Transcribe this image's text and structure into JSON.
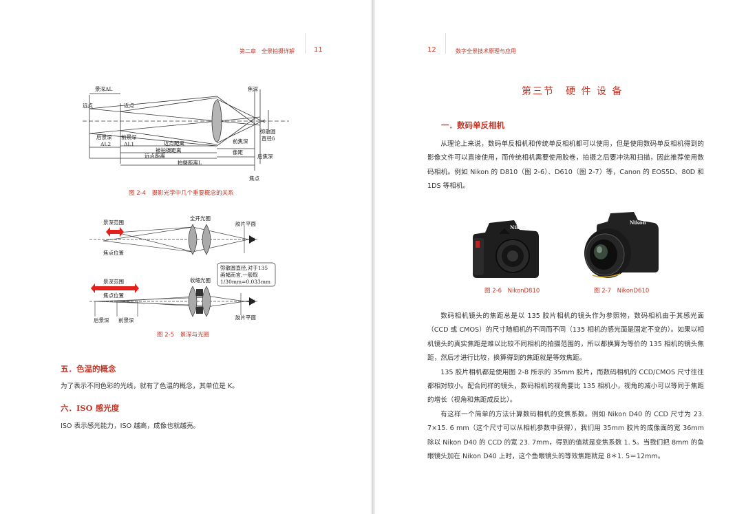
{
  "left_page": {
    "header": {
      "chapter": "第二章　全景拍摄详解",
      "page_number": "11"
    },
    "figure_2_4": {
      "caption": "图 2-4　摄影光学中几个重要概念的关系",
      "labels": {
        "depth_of_field": "景深ΔL",
        "far_point": "远点",
        "near_point": "近点",
        "back_depth": "后景深",
        "back_depth_sym": "ΔL2",
        "front_depth": "前景深",
        "front_depth_sym": "ΔL1",
        "near_distance": "近点距离",
        "subject_distance": "被拍摄距离",
        "far_distance": "远点距离",
        "shooting_distance": "拍摄距离L",
        "front_focus": "前焦深",
        "image_distance": "像距",
        "back_focus": "后焦深",
        "focus_depth": "焦深",
        "focal_point": "焦点",
        "circle_confusion": "弥散圆",
        "diameter": "直径δ"
      }
    },
    "figure_2_5": {
      "caption": "图 2-5　景深与光圈",
      "labels": {
        "dof_range_top": "景深范围",
        "full_aperture": "全开光圈",
        "film_plane_top": "胶片平面",
        "focus_pos_top": "焦点位置",
        "note_line1": "弥散圆直径,对于135",
        "note_line2": "画幅而言,一般取",
        "note_line3": "1/30mm=0.033mm",
        "dof_range_bottom": "景深范围",
        "stopped_aperture": "收缩光圈",
        "focus_pos_bottom": "焦点位置",
        "back_depth": "后景深",
        "front_depth": "前景深",
        "film_plane_bottom": "胶片平面"
      }
    },
    "section5": {
      "heading": "五．色温的概念",
      "text": "为了表示不同色彩的光线，就有了色温的概念，其单位是 K。"
    },
    "section6": {
      "heading": "六．ISO 感光度",
      "text": "ISO 表示感光能力，ISO 越高，成像也就越亮。"
    }
  },
  "right_page": {
    "header": {
      "page_number": "12",
      "book_title": "数字全景技术原理与应用"
    },
    "section_title": "第三节　硬 件 设 备",
    "subheading": "一．数码单反相机",
    "para1": "从理论上来说，数码单反相机和传统单反相机都可以使用，但是使用数码单反相机得到的影像文件可以直接使用，而传统相机需要使用胶卷，拍摄之后要冲洗和扫描，因此推荐使用数码相机。例如 Nikon 的 D810（图 2-6）、D610（图 2-7）等，Canon 的 EOS5D、80D 和 1DS 等相机。",
    "figure_2_6": {
      "caption": "图 2-6　NikonD810",
      "brand": "Nikon"
    },
    "figure_2_7": {
      "caption": "图 2-7　NikonD610",
      "brand": "Nikon"
    },
    "para2": "数码相机镜头的焦距总是以 135 胶片相机的镜头作为参照物，数码相机由于其感光面（CCD 或 CMOS）的尺寸随相机的不同而不同（135 相机的感光面是固定不变的）。如果以相机镜头的真实焦距是难以比较不同相机的拍摄范围的，所以都换算为等价的 135 相机的镜头焦距，然后才进行比较，换算得到的焦距就是等效焦距。",
    "para3": "135 胶片相机都是使用图 2-8 所示的 35mm 胶片，而数码相机的 CCD/CMOS 尺寸往往都相对较小。配合同样的镜头，数码相机的视角要比 135 相机小，视角的减小可以等同于焦距的增长（视角和焦距成反比）。",
    "para4": "有这样一个简单的方法计算数码相机的变焦系数。例如 Nikon D40 的 CCD 尺寸为 23. 7×15. 6 mm（这个尺寸可以从相机参数中获得），我们用 35mm 胶片的成像面的宽 36mm 除以 Nikon D40 的 CCD 的宽 23. 7mm，得到的值就是变焦系数 1. 5。当我们把 8mm 的鱼眼镜头加在 Nikon D40 上时，这个鱼眼镜头的等效焦距就是 8＊1. 5＝12mm。"
  }
}
